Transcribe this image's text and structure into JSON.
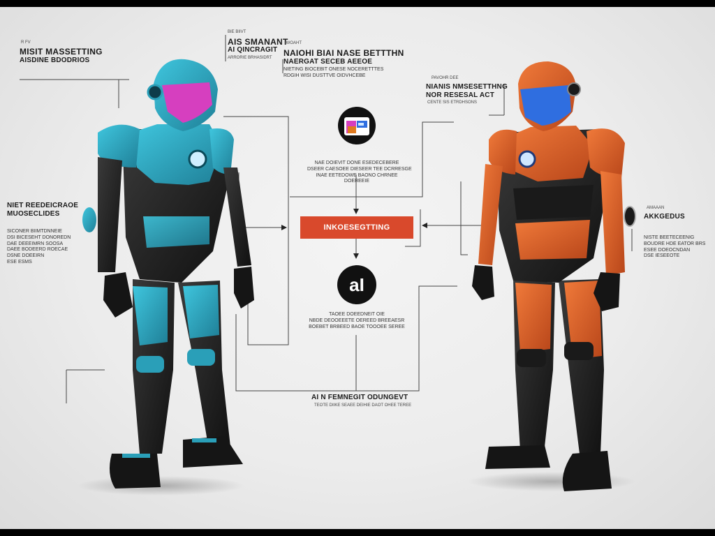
{
  "labels": {
    "left_top_kicker": "R FV",
    "left_top_title": "MISIT MASSETTING",
    "left_top_sub": "AISDINE BDODRIOS",
    "top_mid_kicker": "BIE BIIVT",
    "top_mid_title1": "AIS SMANANT",
    "top_mid_title2": "AI QINCRAGIT",
    "top_mid_note": "ARRORIE BRHASIDRT",
    "top_right_kicker": "IWOAHT",
    "top_right_title1": "NAIOHI BIAI NASE BETTTHN",
    "top_right_title2": "NAERGAT SECEB AEEOE",
    "top_right_body": "NIETING BIOCEBIT ONESE NOCERETTTES\nRDGIH WISI DUSTTVE OIDVHCEBE",
    "right_kicker": "PAVOHR DEE",
    "right_title1": "NIANIS NMSESETTHNG",
    "right_title2": "NOR RESESAL ACT",
    "right_note": "CENTE SIS ETRDHSONS",
    "left_mid_title1": "NIET REEDEICRAOE",
    "left_mid_title2": "MUOSECLIDES",
    "left_mid_body": "SICONER BIIMTDNNEIE\nDSI BICESEHT DONOREDN\nDAE DEEEIMRN SOOSA\nDAEE BODEERD ROECAE\nDSNE DOEEIRN\nESE ESMS",
    "right_mid_kicker": "AMAAAN",
    "right_mid_title": "AKKGEDUS",
    "right_mid_body": "NISTE BEETECEENIG\nBOUDRE HDE EATOR BRS\nESEE DOEOCNDAN\nDSE IESEEOTE",
    "center_upper_body": "NAE DOIEVIT DONE ESEDECEBERE\nDSEER CAESOEE DIESEER TEE DCRRESGE\nINAE EETEDOWE BAONO CHRNEE\nDOEREEIE",
    "center_box": "INKOESEGTTING",
    "ai_badge": "aI",
    "center_lower_body": "TAOEE DOEEDNEIT OIE\nNBDE DEOOEEETE OEREED BREEAESR\nBOEBET BRBEED BAOE TOOOEE SEREE",
    "bottom_title": "AI N FEMNEGIT ODUNGEVT",
    "bottom_sub": "TEOTE DIIKE SEAEE DEIHIE DAOT OHEE TEREE"
  },
  "colors": {
    "accent_red": "#d9492c",
    "teal_suit": "#2a9fb8",
    "orange_suit": "#d8581f",
    "visor_magenta": "#d63fbf",
    "visor_blue": "#2f6ee0"
  }
}
